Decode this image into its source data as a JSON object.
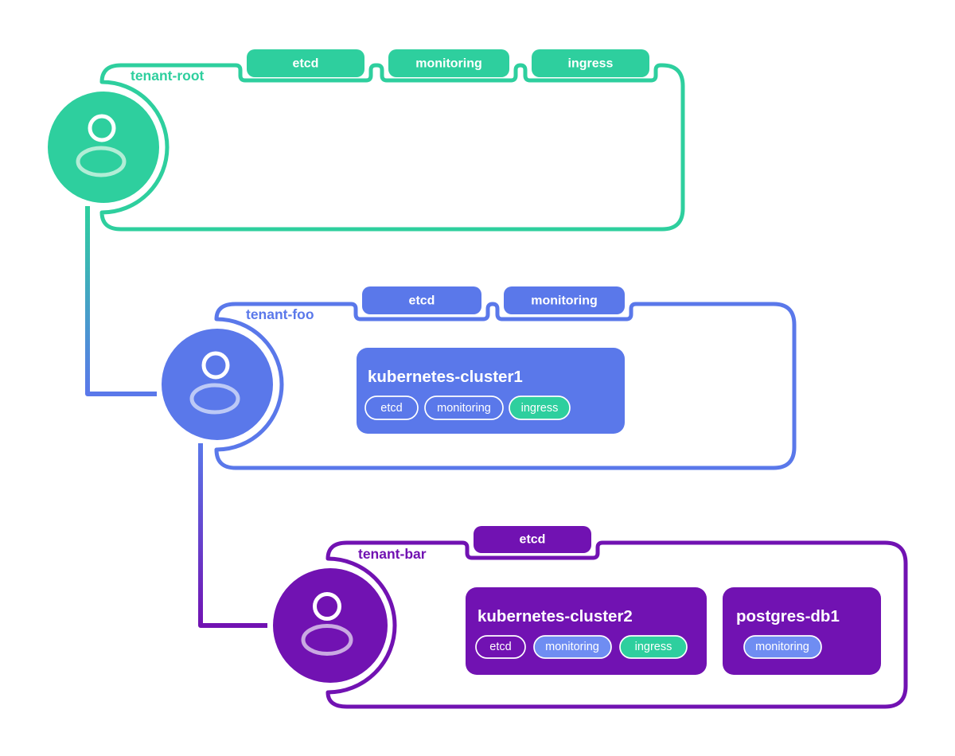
{
  "diagram": {
    "background": "#ffffff",
    "colors": {
      "green": "#2ecf9e",
      "blue": "#5a78ea",
      "purple": "#7112b2",
      "pill_blue": "#6f8df2",
      "pill_text": "#ffffff",
      "avatar_body_green": "#b2edd6",
      "avatar_body_blue": "#bcc9f6",
      "avatar_body_purple": "#c9a9e2"
    },
    "tenants": [
      {
        "label": "tenant-root",
        "color": "#2ecf9e",
        "avatar_icon": "user-icon",
        "tags": [
          "etcd",
          "monitoring",
          "ingress"
        ],
        "resources": []
      },
      {
        "label": "tenant-foo",
        "color": "#5a78ea",
        "avatar_icon": "user-icon",
        "tags": [
          "etcd",
          "monitoring"
        ],
        "resources": [
          {
            "name": "kubernetes-cluster1",
            "pills": [
              {
                "label": "etcd",
                "style": "outline"
              },
              {
                "label": "monitoring",
                "style": "outline"
              },
              {
                "label": "ingress",
                "style": "green"
              }
            ]
          }
        ]
      },
      {
        "label": "tenant-bar",
        "color": "#7112b2",
        "avatar_icon": "user-icon",
        "tags": [
          "etcd"
        ],
        "resources": [
          {
            "name": "kubernetes-cluster2",
            "pills": [
              {
                "label": "etcd",
                "style": "outline"
              },
              {
                "label": "monitoring",
                "style": "blue"
              },
              {
                "label": "ingress",
                "style": "green"
              }
            ]
          },
          {
            "name": "postgres-db1",
            "pills": [
              {
                "label": "monitoring",
                "style": "blue"
              }
            ]
          }
        ]
      }
    ]
  }
}
